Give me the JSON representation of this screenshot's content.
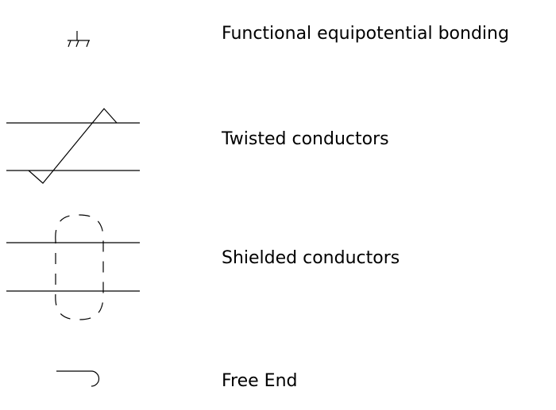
{
  "legend": {
    "items": [
      {
        "symbol": "functional-equipotential-bonding-icon",
        "label": "Functional equipotential bonding"
      },
      {
        "symbol": "twisted-conductors-icon",
        "label": "Twisted conductors"
      },
      {
        "symbol": "shielded-conductors-icon",
        "label": "Shielded conductors"
      },
      {
        "symbol": "free-end-icon",
        "label": "Free End"
      }
    ]
  },
  "colors": {
    "stroke": "#000000",
    "background": "#ffffff"
  }
}
